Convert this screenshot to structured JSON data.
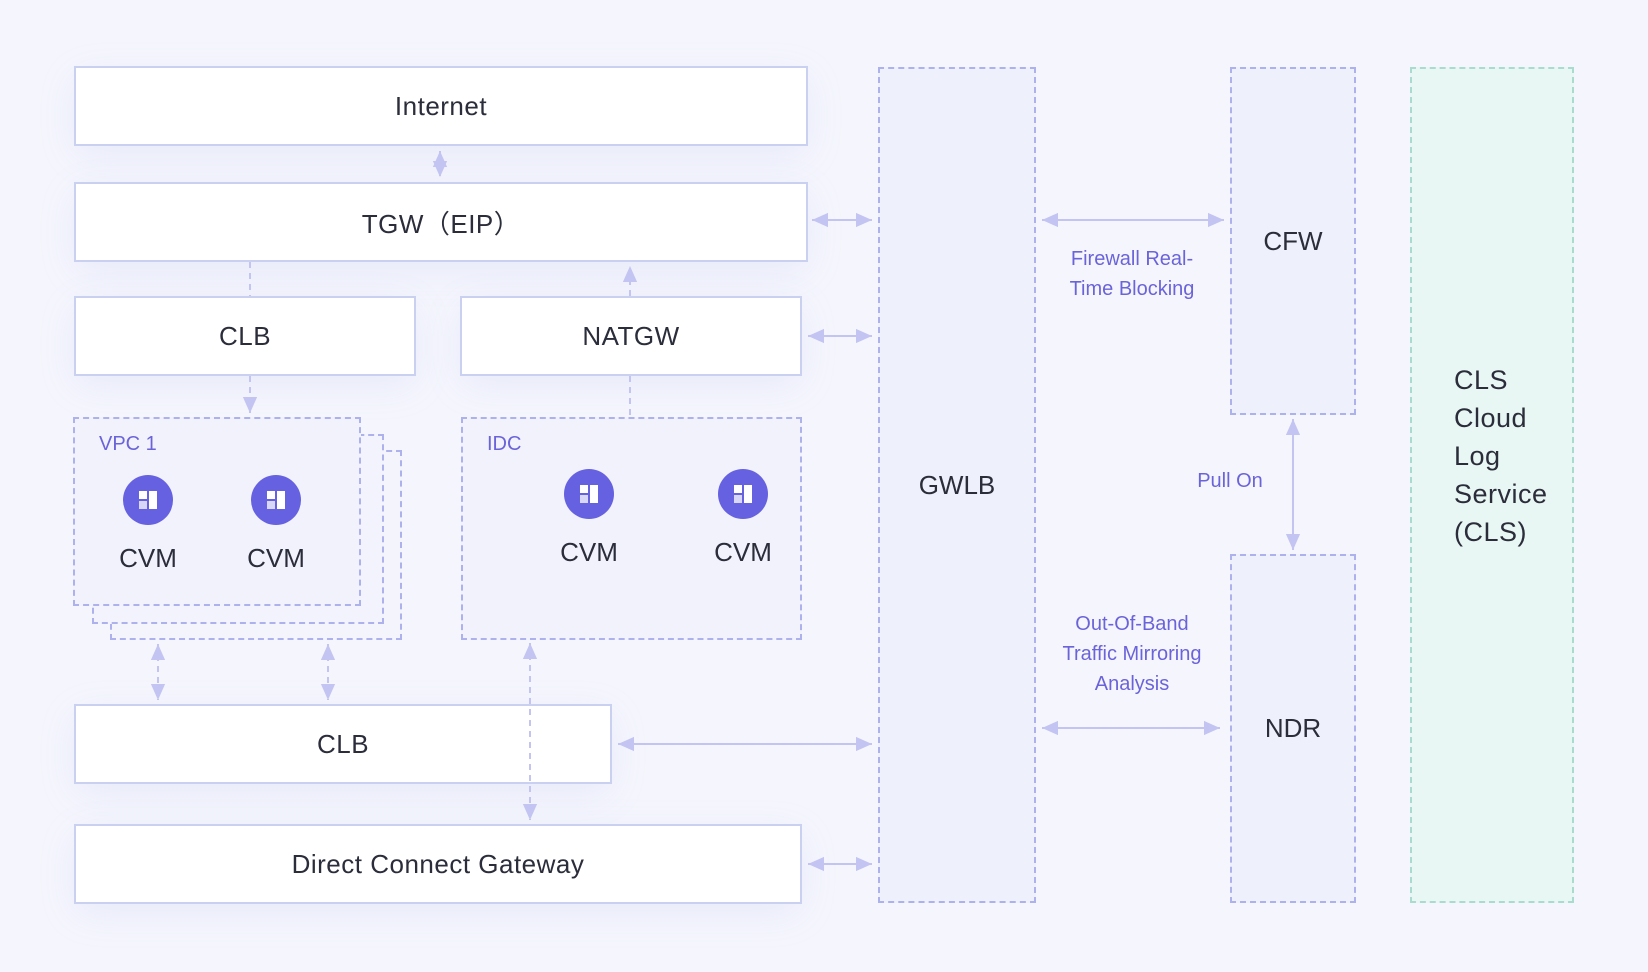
{
  "nodes": {
    "internet": "Internet",
    "tgw": "TGW（EIP）",
    "clb_top": "CLB",
    "natgw": "NATGW",
    "clb_bottom": "CLB",
    "dcg": "Direct Connect Gateway",
    "gwlb": "GWLB",
    "cfw": "CFW",
    "ndr": "NDR",
    "cls": [
      "CLS",
      "Cloud",
      "Log",
      "Service",
      "(CLS)"
    ]
  },
  "groups": {
    "vpc": {
      "label": "VPC 1",
      "instances": [
        "CVM",
        "CVM"
      ]
    },
    "idc": {
      "label": "IDC",
      "instances": [
        "CVM",
        "CVM"
      ]
    }
  },
  "edge_labels": {
    "firewall": [
      "Firewall Real-",
      "Time Blocking"
    ],
    "pull_on": "Pull On",
    "mirroring": [
      "Out-Of-Band",
      "Traffic Mirroring",
      "Analysis"
    ]
  },
  "colors": {
    "accent": "#6561e0",
    "label_purple": "#6b63d9",
    "connector": "#c3c4f1",
    "box_border": "#c9d0f0",
    "column_dash": "#aeb2ec",
    "cls_dash": "#a9dccf"
  },
  "icons": {
    "cvm": "server-icon"
  }
}
